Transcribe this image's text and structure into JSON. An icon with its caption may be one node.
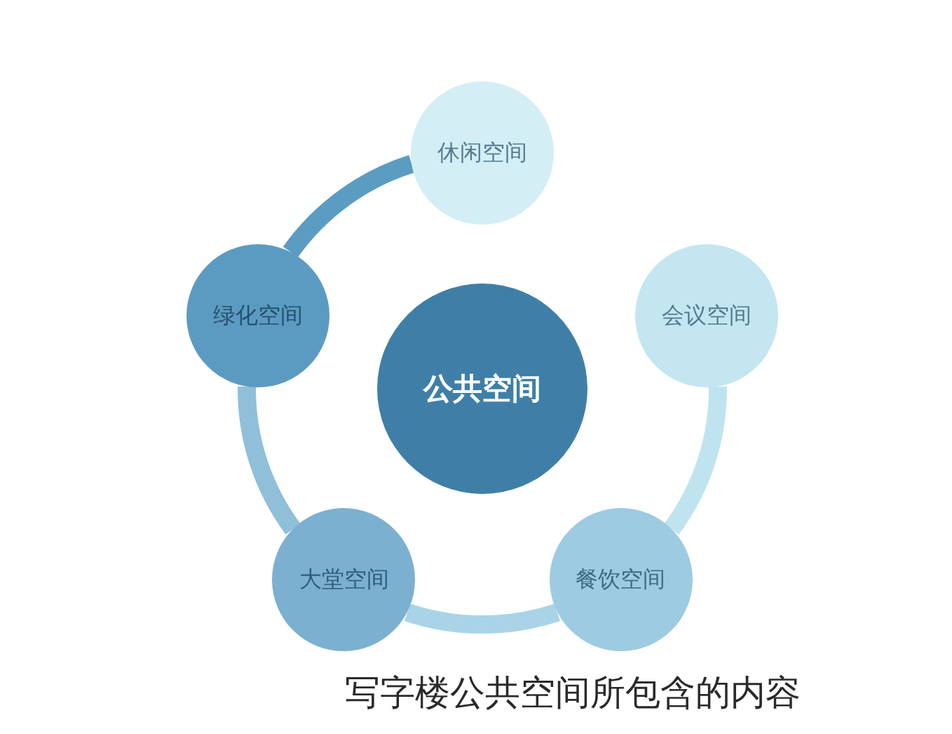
{
  "diagram": {
    "caption": "写字楼公共空间所包含的内容",
    "nodes": [
      {
        "text": [
          "公共空间"
        ]
      },
      {
        "text": [
          "休闲空间"
        ]
      },
      {
        "text": [
          "会议空间"
        ]
      },
      {
        "text": [
          "餐饮空间"
        ]
      },
      {
        "text": [
          "大堂空间"
        ]
      },
      {
        "text": [
          "绿化空间"
        ]
      }
    ],
    "edges": [
      {
        "from": 1,
        "to": 5,
        "arrow": "none",
        "color": "#5b9cc2"
      },
      {
        "from": 5,
        "to": 4,
        "arrow": "none",
        "color": "#8fbfd9"
      },
      {
        "from": 4,
        "to": 3,
        "arrow": "none",
        "color": "#a9d4e7"
      },
      {
        "from": 3,
        "to": 2,
        "arrow": "none",
        "color": "#c0e4ef"
      }
    ]
  }
}
